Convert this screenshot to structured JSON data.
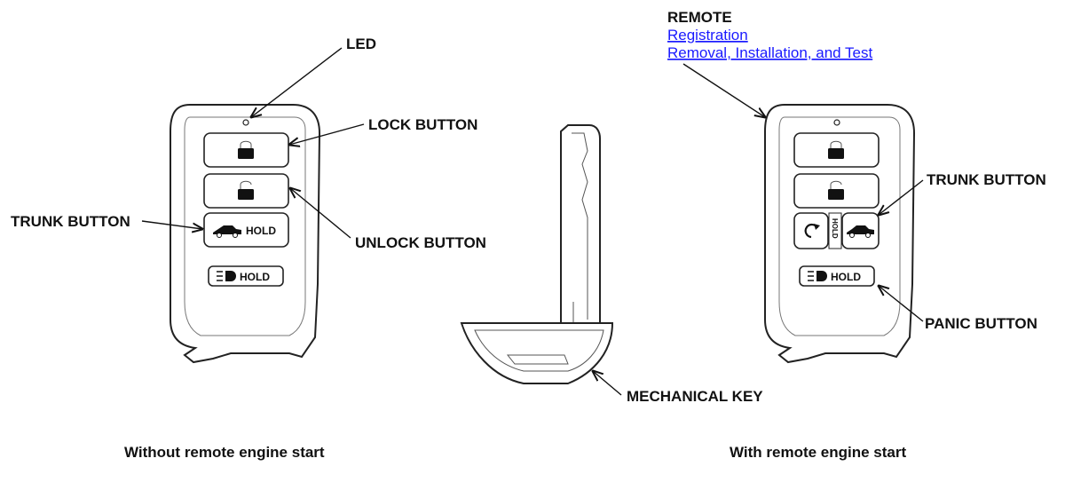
{
  "labels": {
    "led": "LED",
    "lock_button": "LOCK BUTTON",
    "unlock_button": "UNLOCK BUTTON",
    "trunk_button_left": "TRUNK BUTTON",
    "trunk_button_right": "TRUNK BUTTON",
    "panic_button": "PANIC BUTTON",
    "mechanical_key": "MECHANICAL KEY",
    "remote_heading": "REMOTE"
  },
  "links": {
    "registration": "Registration",
    "removal_installation_test": "Removal, Installation, and Test"
  },
  "fob_text": {
    "hold": "HOLD"
  },
  "captions": {
    "left": "Without remote engine start",
    "right": "With remote engine start"
  },
  "icons": {
    "lock": "padlock-closed-icon",
    "unlock": "padlock-open-icon",
    "trunk": "car-icon",
    "panic": "headlight-icon",
    "engine_start": "circular-arrow-icon"
  },
  "colors": {
    "link": "#1a1aff",
    "ink": "#111111"
  }
}
